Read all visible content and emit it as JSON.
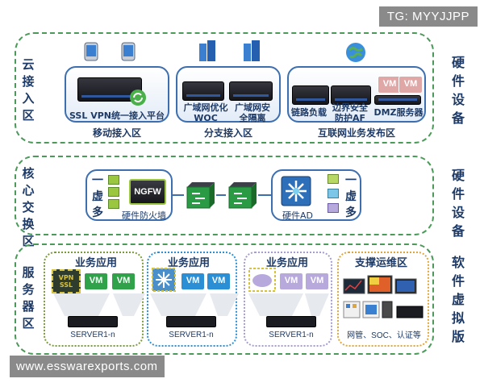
{
  "watermark_top": "TG: MYYJJPP",
  "watermark_bottom": "www.esswarexports.com",
  "rows": {
    "cloud": {
      "label": "云接入区",
      "side": "硬件设备",
      "mobile": {
        "device": "SSL VPN统一接入平台",
        "caption": "移动接入区"
      },
      "branch": {
        "woc": "广域网优化WOC",
        "secure": "广域网安全隔离",
        "caption": "分支接入区"
      },
      "internet": {
        "lb": "链路负载",
        "af": "边界安全防护AF",
        "dmz": "DMZ服务器",
        "vm": "VM",
        "caption": "互联网业务发布区"
      }
    },
    "core": {
      "label": "核心交换区",
      "side": "硬件设备",
      "left_vertical": "一虚多",
      "ngfw": "NGFW",
      "ngfw_caption": "硬件防火墙",
      "right_vertical": "一虚多",
      "ad_caption": "硬件AD"
    },
    "server": {
      "label": "服务器区",
      "side": "软件虚拟版",
      "vm": "VM",
      "vpn_small": "VPN SSL",
      "groups": [
        {
          "title": "业务应用",
          "server": "SERVER1-n"
        },
        {
          "title": "业务应用",
          "server": "SERVER1-n"
        },
        {
          "title": "业务应用",
          "server": "SERVER1-n"
        }
      ],
      "support": {
        "title": "支撑运维区",
        "caption": "网管、SOC、认证等"
      }
    }
  },
  "colors": {
    "band_border": "#4c9a5a",
    "zone_border": "#3d6fb0",
    "group_green": "#7a9a3a",
    "group_blue": "#2b8fd6",
    "group_purple": "#a59ccf",
    "group_orange": "#e0a63a",
    "vm_red": "#e0a7a7",
    "vm_green": "#2fa24a",
    "vm_blue": "#2b8fd6",
    "vm_purple": "#b8a9dd"
  }
}
